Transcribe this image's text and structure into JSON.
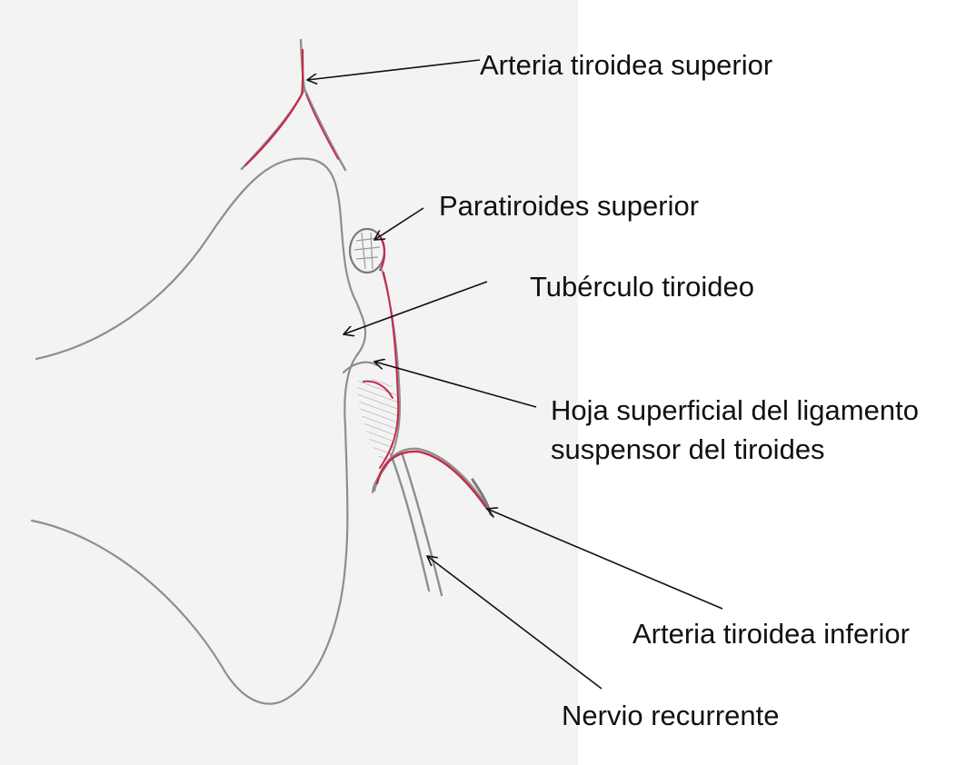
{
  "labels": {
    "arteria_tiroidea_superior": "Arteria tiroidea superior",
    "paratiroides_superior": "Paratiroides superior",
    "tuberculo_tiroideo": "Tubérculo tiroideo",
    "hoja_superficial_line1": "Hoja superficial del ligamento",
    "hoja_superficial_line2": "suspensor del tiroides",
    "arteria_tiroidea_inferior": "Arteria tiroidea inferior",
    "nervio_recurrente": "Nervio recurrente"
  },
  "colors": {
    "paper": "#f3f3f3",
    "pencil": "#8e8e8e",
    "artery": "#c8284a",
    "arrow": "#111111",
    "text": "#111111"
  }
}
